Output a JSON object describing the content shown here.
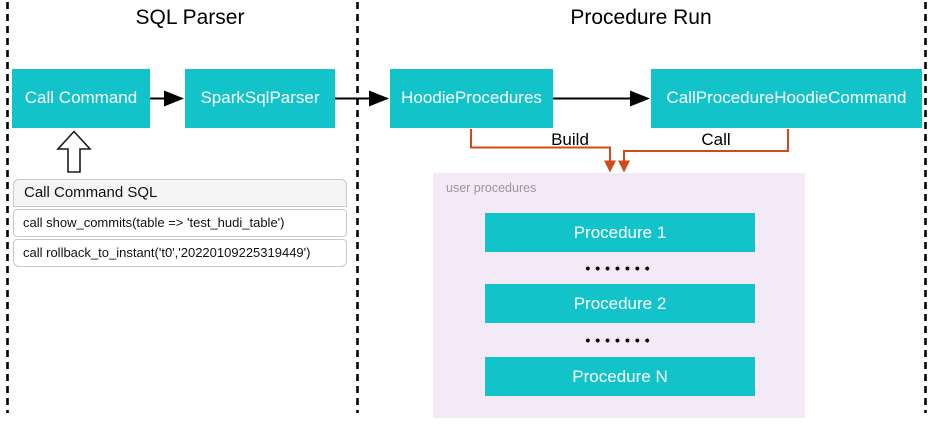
{
  "diagram": {
    "sections": [
      {
        "title": "SQL Parser"
      },
      {
        "title": "Procedure Run"
      }
    ],
    "nodes": {
      "call_command": "Call Command",
      "spark_sql_parser": "SparkSqlParser",
      "hoodie_procedures": "HoodieProcedures",
      "call_procedure_hoodie_command": "CallProcedureHoodieCommand"
    },
    "connectors": {
      "build_label": "Build",
      "call_label": "Call"
    },
    "sql_panel": {
      "header": "Call Command SQL",
      "rows": [
        "call show_commits(table => 'test_hudi_table')",
        "call rollback_to_instant('t0','20220109225319449')"
      ]
    },
    "procedures": {
      "label": "user procedures",
      "items": [
        "Procedure 1",
        "Procedure 2",
        "Procedure N"
      ],
      "dots": "•••••••"
    },
    "colors": {
      "node_fill": "#12c3ca",
      "node_text": "#ffffff",
      "container_fill": "#f4e9f7",
      "container_label": "#999999",
      "orange_connector": "#d2491a",
      "black_line": "#000000",
      "panel_header_bg": "#f5f5f5",
      "panel_border": "#c9c9c9"
    }
  }
}
